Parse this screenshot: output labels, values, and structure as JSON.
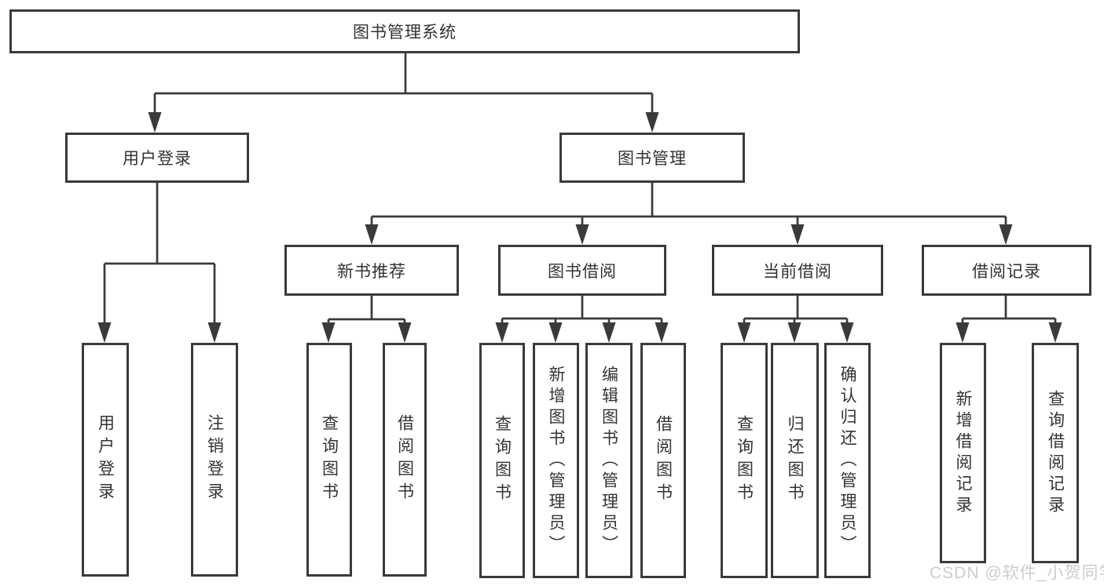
{
  "diagram": {
    "root": {
      "label": "图书管理系统"
    },
    "level1": [
      {
        "id": "user-login",
        "label": "用户登录"
      },
      {
        "id": "book-management",
        "label": "图书管理"
      }
    ],
    "level2": [
      {
        "id": "new-book-recommend",
        "label": "新书推荐"
      },
      {
        "id": "book-borrow",
        "label": "图书借阅"
      },
      {
        "id": "current-borrow",
        "label": "当前借阅"
      },
      {
        "id": "borrow-records",
        "label": "借阅记录"
      }
    ],
    "leaves": {
      "user_login": [
        "用户登录",
        "注销登录"
      ],
      "new_book_recommend": [
        "查询图书",
        "借阅图书"
      ],
      "book_borrow": [
        "查询图书",
        "新增图书（管理员）",
        "编辑图书（管理员）",
        "借阅图书"
      ],
      "current_borrow": [
        "查询图书",
        "归还图书",
        "确认归还（管理员）"
      ],
      "borrow_records": [
        "新增借阅记录",
        "查询借阅记录"
      ]
    }
  },
  "watermark": {
    "text": "CSDN @软件_小贺同学"
  },
  "colors": {
    "line": "#3a3a3a",
    "box_border": "#3a3a3a",
    "text": "#333333",
    "watermark": "#c9c9cf",
    "background": "#ffffff"
  }
}
